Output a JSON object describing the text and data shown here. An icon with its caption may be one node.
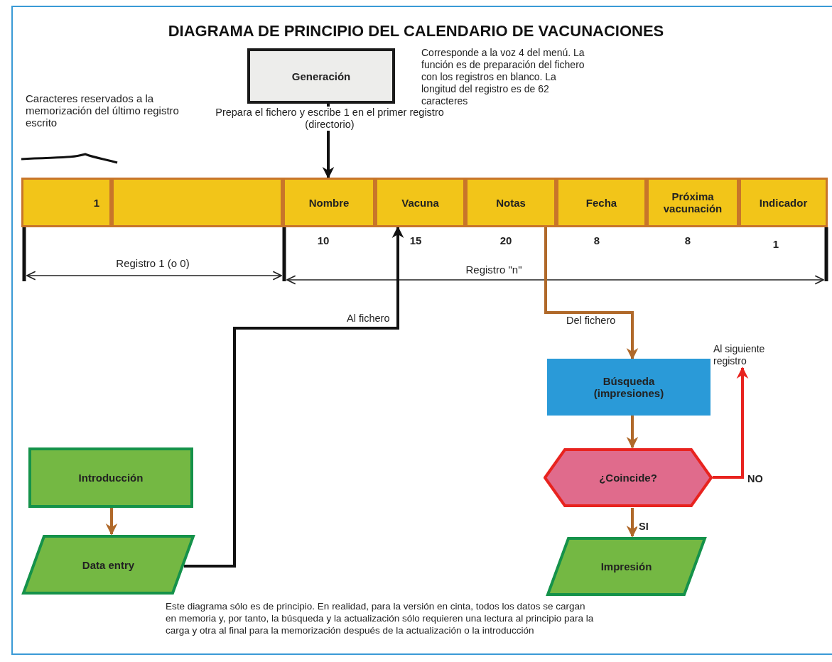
{
  "diagram": {
    "title": "DIAGRAMA DE PRINCIPIO DEL CALENDARIO DE VACUNACIONES",
    "nodes": [
      {
        "text": [
          "Generación"
        ],
        "beside": [
          "Corresponde a la voz 4 del menú. La función es de preparación del fichero con los registros en blanco. La longitud del registro es de 62 caracteres"
        ]
      },
      {
        "text": [
          "1"
        ]
      },
      {
        "text": [],
        "shape": "box"
      },
      {
        "text": [
          "Nombre"
        ]
      },
      {
        "text": [
          "Vacuna"
        ]
      },
      {
        "text": [
          "Notas"
        ]
      },
      {
        "text": [
          "Fecha"
        ]
      },
      {
        "text": [
          "Próxima vacunación"
        ]
      },
      {
        "text": [
          "Indicador"
        ]
      },
      {
        "text": [
          "Introducción"
        ]
      },
      {
        "text": [
          "Data entry"
        ]
      },
      {
        "text": [
          "Búsqueda (impresiones)"
        ]
      },
      {
        "text": [
          "¿Coincide?"
        ]
      },
      {
        "text": [
          "Impresión"
        ]
      },
      {
        "text": [
          "Al siguiente registro"
        ]
      }
    ],
    "edges": [
      {
        "from": 0,
        "to": 3,
        "arrow": "to",
        "label": "Prepara el fichero y escribe 1 en el primer registro (directorio)",
        "color": "#111111"
      },
      {
        "from": 9,
        "to": 10,
        "arrow": "to"
      },
      {
        "from": 10,
        "to": 4,
        "arrow": "to",
        "label": "Al fichero",
        "color": "#111111"
      },
      {
        "from": 5,
        "to": 11,
        "arrow": "to",
        "label": "Del fichero"
      },
      {
        "from": 11,
        "to": 12,
        "arrow": "to"
      },
      {
        "from": 12,
        "to": 13,
        "arrow": "to",
        "label": "SI"
      },
      {
        "from": 12,
        "to": 14,
        "arrow": "to",
        "label": "NO",
        "color": "#e8231f"
      }
    ],
    "labels": [
      "Caracteres reservados a la memorización del último registro escrito",
      "10",
      "15",
      "20",
      "8",
      "8",
      "1",
      "Registro 1 (o 0)",
      "Registro \"n\"",
      "Este diagrama sólo es de principio. En realidad, para la versión en cinta, todos los datos se cargan en memoria y, por tanto, la búsqueda y la actualización sólo requieren una lectura al principio para la carga y otra al final para la memorización después de la actualización o la introducción"
    ]
  }
}
